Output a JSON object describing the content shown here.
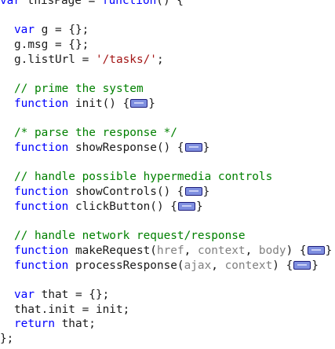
{
  "code": {
    "l1_kw": "var",
    "l1_rest": " thisPage = ",
    "l1_fn": "function",
    "l1_end": "() {",
    "l2_kw": "var",
    "l2_rest": " g = {};",
    "l3": "g.msg = {};",
    "l4_a": "g.listUrl = ",
    "l4_str": "'/tasks/'",
    "l4_b": ";",
    "c1": "// prime the system",
    "init_kw": "function",
    "init_sig": " init() {",
    "init_end": "}",
    "c2": "/* parse the response */",
    "show_kw": "function",
    "show_sig": " showResponse() {",
    "show_end": "}",
    "c3": "// handle possible hypermedia controls",
    "ctrl_kw": "function",
    "ctrl_sig": " showControls() {",
    "ctrl_end": "}",
    "click_kw": "function",
    "click_sig": " clickButton() {",
    "click_end": "}",
    "c4": "// handle network request/response",
    "req_kw": "function",
    "req_name": " makeRequest(",
    "req_p1": "href",
    "req_sep1": ", ",
    "req_p2": "context",
    "req_sep2": ", ",
    "req_p3": "body",
    "req_close": ") {",
    "req_end": "}",
    "proc_kw": "function",
    "proc_name": " processResponse(",
    "proc_p1": "ajax",
    "proc_sep1": ", ",
    "proc_p2": "context",
    "proc_close": ") {",
    "proc_end": "}",
    "that_kw": "var",
    "that_rest": " that = {};",
    "that_init": "that.init = init;",
    "ret_kw": "return",
    "ret_rest": " that;",
    "last": "};"
  }
}
